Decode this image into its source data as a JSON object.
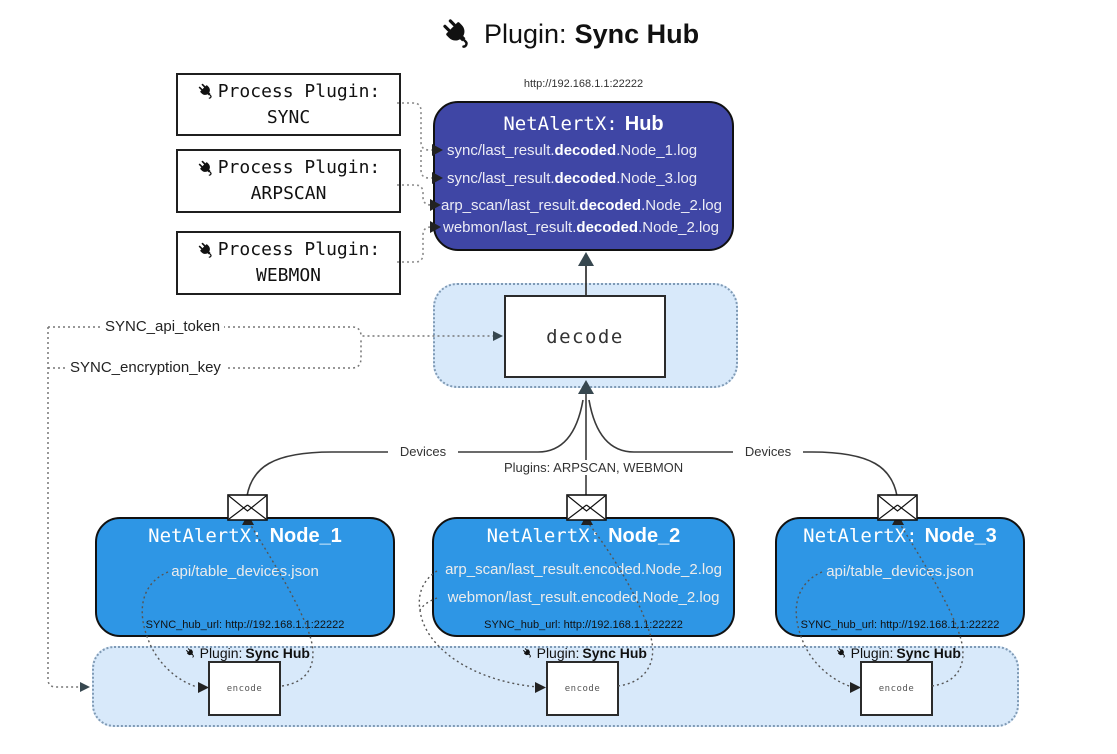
{
  "title": {
    "prefix": "Plugin:",
    "bold": "Sync Hub"
  },
  "process_plugins": [
    {
      "label": "Process Plugin:",
      "name": "SYNC"
    },
    {
      "label": "Process Plugin:",
      "name": "ARPSCAN"
    },
    {
      "label": "Process Plugin:",
      "name": "WEBMON"
    }
  ],
  "hub": {
    "url": "http://192.168.1.1:22222",
    "title_prefix": "NetAlertX:",
    "title_bold": "Hub",
    "logs": [
      {
        "pre": "sync/last_result.",
        "bold": "decoded",
        "post": ".Node_1.log"
      },
      {
        "pre": "sync/last_result.",
        "bold": "decoded",
        "post": ".Node_3.log"
      },
      {
        "pre": "arp_scan/last_result.",
        "bold": "decoded",
        "post": ".Node_2.log"
      },
      {
        "pre": "webmon/last_result.",
        "bold": "decoded",
        "post": ".Node_2.log"
      }
    ]
  },
  "decode_box": {
    "label": "decode"
  },
  "config_labels": {
    "api_token": "SYNC_api_token",
    "encryption_key": "SYNC_encryption_key"
  },
  "edge_labels": {
    "devices_left": "Devices",
    "plugins_center": "Plugins: ARPSCAN, WEBMON",
    "devices_right": "Devices"
  },
  "nodes": [
    {
      "title_prefix": "NetAlertX:",
      "title_bold": "Node_1",
      "files": [
        "api/table_devices.json"
      ],
      "hub_url": "SYNC_hub_url: http://192.168.1.1:22222"
    },
    {
      "title_prefix": "NetAlertX:",
      "title_bold": "Node_2",
      "files": [
        "arp_scan/last_result.encoded.Node_2.log",
        "webmon/last_result.encoded.Node_2.log"
      ],
      "hub_url": "SYNC_hub_url: http://192.168.1.1:22222"
    },
    {
      "title_prefix": "NetAlertX:",
      "title_bold": "Node_3",
      "files": [
        "api/table_devices.json"
      ],
      "hub_url": "SYNC_hub_url: http://192.168.1.1:22222"
    }
  ],
  "encode_section": {
    "plugin_prefix": "Plugin:",
    "plugin_bold": "Sync Hub",
    "encode_label": "encode"
  },
  "colors": {
    "hub_bg": "#3F46A5",
    "node_bg": "#2E96E5",
    "panel_bg": "#D8E9FA",
    "panel_border": "#7F9AB5",
    "wire": "#3A3A3A",
    "arrow_dark": "#37474F"
  }
}
